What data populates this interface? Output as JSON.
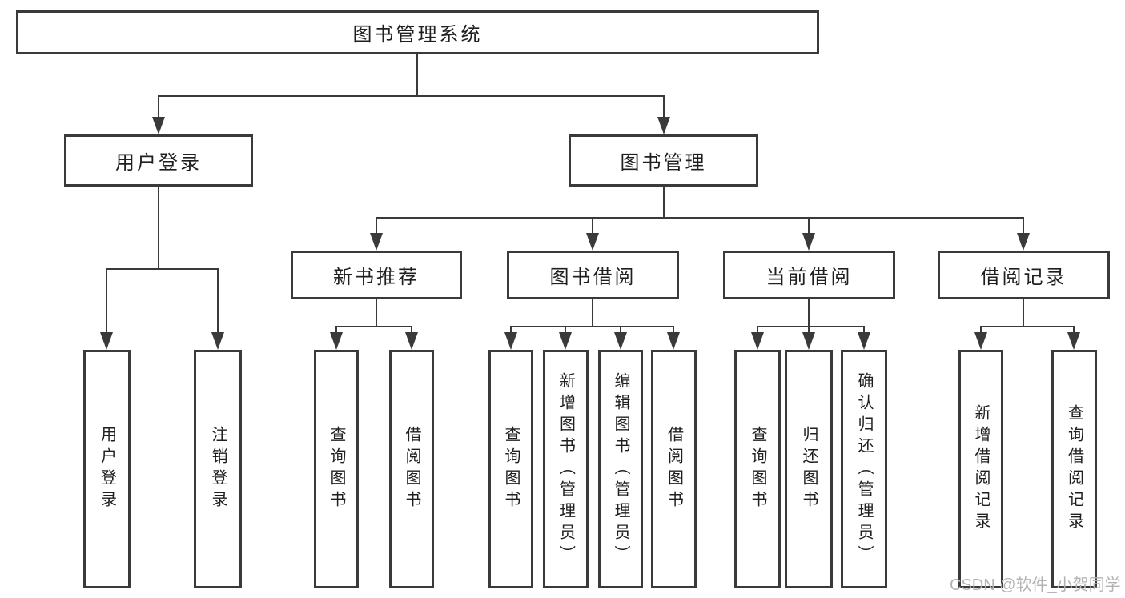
{
  "diagram": {
    "watermark": "CSDN @软件_小贺同学",
    "colors": {
      "line": "#3a3a3a",
      "text": "#1f1f1f",
      "watermark": "#b3b3b3",
      "background": "#ffffff"
    },
    "root": {
      "label": "图书管理系统"
    },
    "level2": [
      {
        "label": "用户登录"
      },
      {
        "label": "图书管理"
      }
    ],
    "level3": [
      {
        "label": "新书推荐"
      },
      {
        "label": "图书借阅"
      },
      {
        "label": "当前借阅"
      },
      {
        "label": "借阅记录"
      }
    ],
    "leaves": {
      "user_login": [
        "用户登录",
        "注销登录"
      ],
      "new_book": [
        "查询图书",
        "借阅图书"
      ],
      "book_borrow": [
        "查询图书",
        "新增图书（管理员）",
        "编辑图书（管理员）",
        "借阅图书"
      ],
      "current_borrow": [
        "查询图书",
        "归还图书",
        "确认归还（管理员）"
      ],
      "borrow_records": [
        "新增借阅记录",
        "查询借阅记录"
      ]
    }
  }
}
